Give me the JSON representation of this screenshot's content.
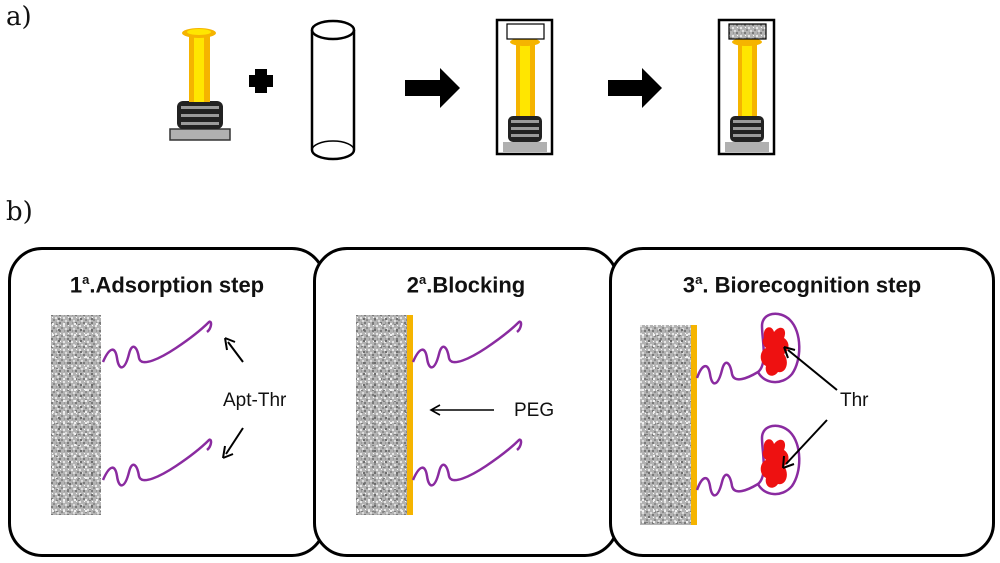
{
  "part_a": {
    "label": "a)"
  },
  "part_b": {
    "label": "b)"
  },
  "panels": [
    {
      "number": "1",
      "sup": "a",
      "title": ".Adsorption step",
      "annotation": "Apt-Thr"
    },
    {
      "number": "2",
      "sup": "a",
      "title": ".Blocking",
      "annotation": "PEG"
    },
    {
      "number": "3",
      "sup": "a",
      "title": ". Biorecognition step",
      "annotation": "Thr"
    }
  ],
  "colors": {
    "gold": "#f5b400",
    "yellow": "#ffe600",
    "aptamer": "#8a2ba0",
    "thrombin": "#ee1111",
    "particle": "#a6a6a6",
    "base": "#b0b0b0"
  },
  "icons": [
    "plus-icon",
    "arrow-right-icon",
    "arrow-right-icon"
  ]
}
